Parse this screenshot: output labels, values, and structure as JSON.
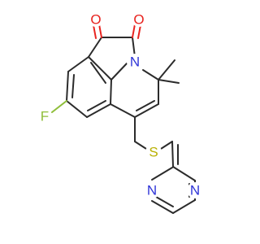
{
  "molecule": {
    "atoms": {
      "oxygen_left": "O",
      "oxygen_right": "O",
      "nitrogen_ring": "N",
      "fluorine": "F",
      "sulfur": "S",
      "nitrogen_pyrimidine_1": "N",
      "nitrogen_pyrimidine_2": "N"
    },
    "colors": {
      "oxygen": "#e8231f",
      "nitrogen": "#2e34d8",
      "fluorine": "#8fbe3a",
      "sulfur": "#b8b000",
      "bond": "#2b2b2b"
    }
  }
}
